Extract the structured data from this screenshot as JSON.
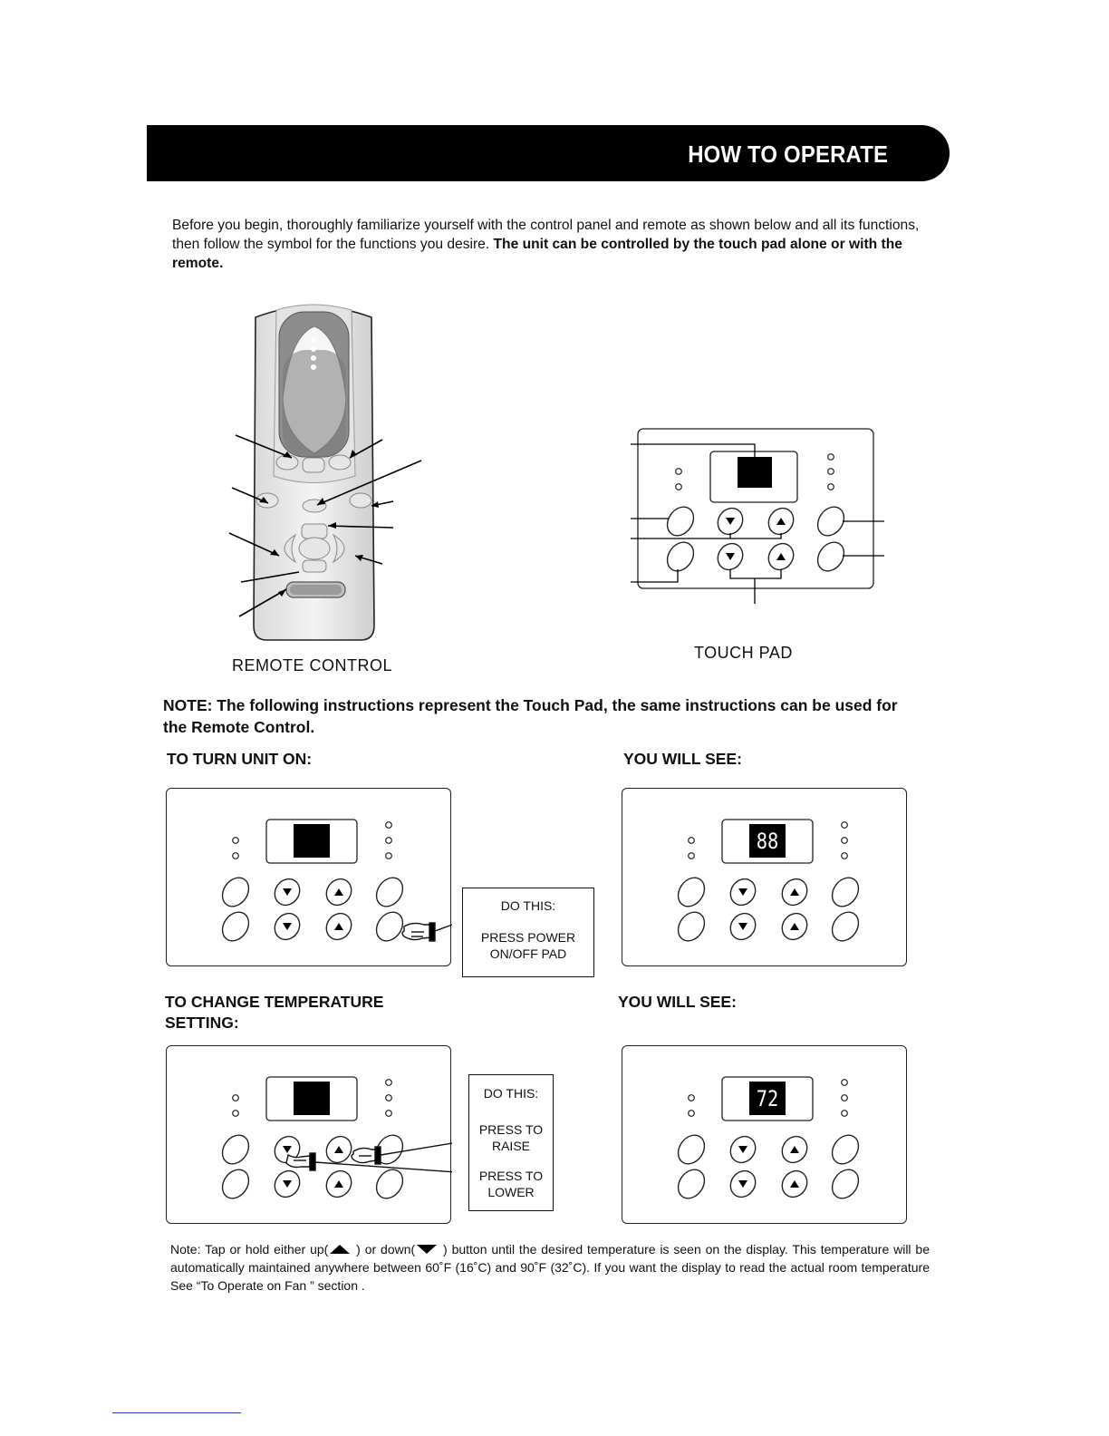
{
  "header": {
    "title": "HOW TO OPERATE"
  },
  "intro": {
    "text": "Before you begin, thoroughly familiarize yourself with the control panel and remote as shown below and all its functions, then follow the symbol for the functions you desire. ",
    "bold": "The unit can be controlled by the touch pad alone or with the remote."
  },
  "captions": {
    "remote": "REMOTE CONTROL",
    "touchpad": "TOUCH PAD"
  },
  "note": "NOTE: The following instructions represent the Touch Pad, the same instructions can be used for the Remote Control.",
  "turn_on": {
    "heading": "TO TURN UNIT ON:",
    "see": "YOU WILL SEE:",
    "do_this": "DO THIS:",
    "instruction": "PRESS POWER ON/OFF PAD",
    "display": "88"
  },
  "temperature": {
    "heading": "TO CHANGE TEMPERATURE SETTING:",
    "see": "YOU WILL SEE:",
    "do_this": "DO THIS:",
    "raise": "PRESS TO RAISE",
    "lower": "PRESS TO LOWER",
    "display": "72"
  },
  "footnote": {
    "before_up": "Note:  Tap or hold either up(",
    "before_down": " ) or down(",
    "after_down": " ) button until  the desired temperature is seen on the display. This temperature will be automatically maintained anywhere between 60˚F  (16˚C) and 90˚F (32˚C). If you want the display to read the actual room temperature  See “To Operate on Fan ” section ."
  }
}
